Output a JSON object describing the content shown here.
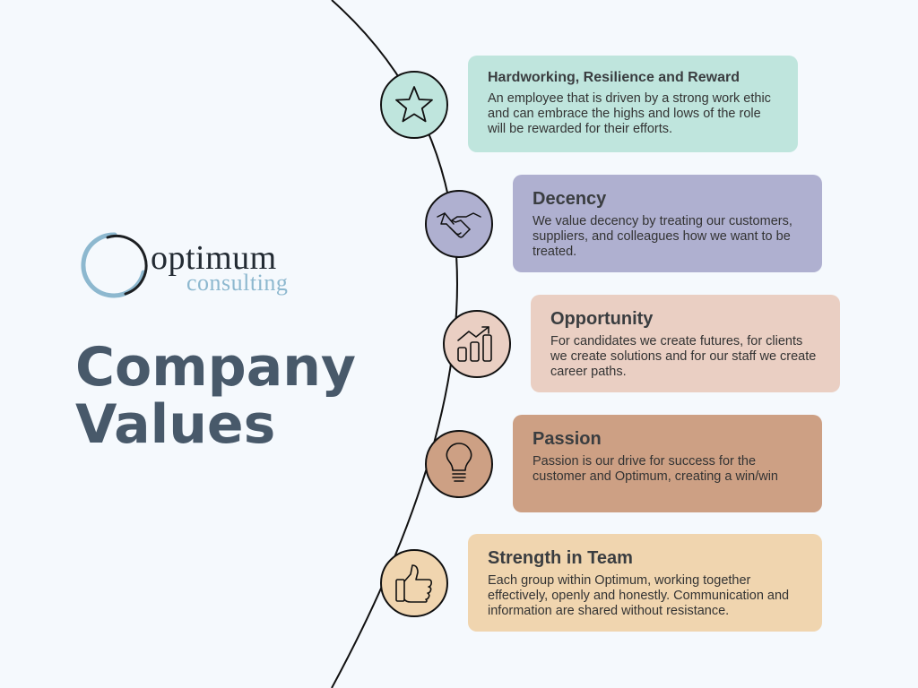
{
  "logo": {
    "wordmark": "optimum",
    "subtext": "consulting",
    "ring_color": "#8db8cf"
  },
  "page_title": {
    "line1": "Company",
    "line2": "Values"
  },
  "values": [
    {
      "icon": "star-icon",
      "title": "Hardworking, Resilience and Reward",
      "text": "An employee that is driven by a strong work ethic and can embrace the highs and lows of the role will be rewarded for their efforts.",
      "color": "#bfe5dd"
    },
    {
      "icon": "handshake-icon",
      "title": "Decency",
      "text": "We value decency by treating our customers, suppliers, and colleagues how we want to be treated.",
      "color": "#afb0d0"
    },
    {
      "icon": "growth-chart-icon",
      "title": "Opportunity",
      "text": "For candidates we create futures, for clients we create solutions and for our staff we create career paths.",
      "color": "#eacfc3"
    },
    {
      "icon": "lightbulb-icon",
      "title": "Passion",
      "text": "Passion is our drive for success for the customer and Optimum, creating a win/win",
      "color": "#cda084"
    },
    {
      "icon": "thumbs-up-icon",
      "title": "Strength in Team",
      "text": "Each group within Optimum, working together effectively, openly and honestly. Communication and information are shared without resistance.",
      "color": "#f0d5af"
    }
  ]
}
